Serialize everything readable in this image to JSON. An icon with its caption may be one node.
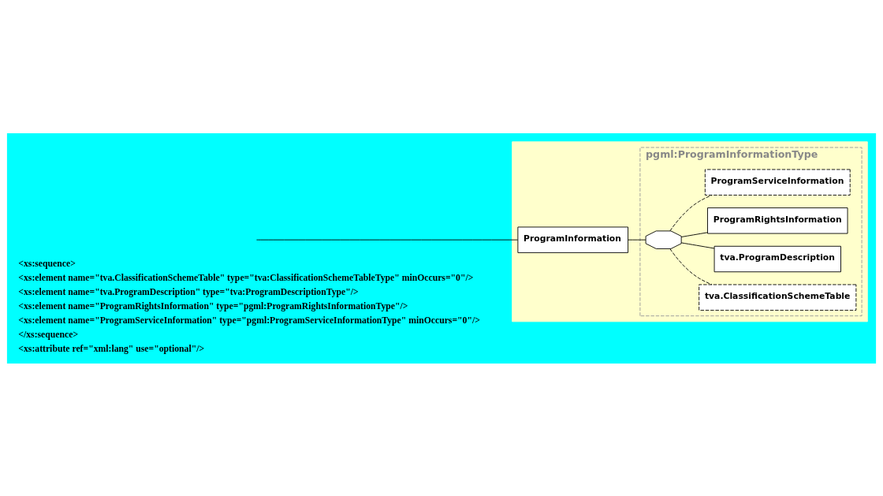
{
  "diagram": {
    "nodes": [
      {
        "text": [],
        "shape": "box"
      },
      {
        "text": [
          "ProgramInformation"
        ],
        "in": 0
      },
      {
        "text": [
          "pgml:ProgramInformationType"
        ],
        "in": 0
      },
      {
        "text": [],
        "shape": "octagon",
        "in": 2
      },
      {
        "text": [
          "tva.ClassificationSchemeTable"
        ],
        "in": 2
      },
      {
        "text": [
          "tva.ProgramDescription"
        ],
        "in": 2
      },
      {
        "text": [
          "ProgramRightsInformation"
        ],
        "in": 2
      },
      {
        "text": [
          "ProgramServiceInformation"
        ],
        "in": 2
      }
    ],
    "edges": [
      {
        "from": null,
        "to": 1,
        "arrow": "none"
      },
      {
        "from": 1,
        "to": 3,
        "arrow": "none"
      },
      {
        "from": 3,
        "to": 4,
        "arrow": "none",
        "style": "dashed"
      },
      {
        "from": 3,
        "to": 5,
        "arrow": "none"
      },
      {
        "from": 3,
        "to": 6,
        "arrow": "none"
      },
      {
        "from": 3,
        "to": 7,
        "arrow": "none",
        "style": "dashed"
      }
    ],
    "labels": [
      "<xs:sequence>",
      "<xs:element name=\"tva.ClassificationSchemeTable\" type=\"tva:ClassificationSchemeTableType\" minOccurs=\"0\"/>",
      "<xs:element name=\"tva.ProgramDescription\" type=\"tva:ProgramDescriptionType\"/>",
      "<xs:element name=\"ProgramRightsInformation\" type=\"pgml:ProgramRightsInformationType\"/>",
      "<xs:element name=\"ProgramServiceInformation\" type=\"pgml:ProgramServiceInformationType\" minOccurs=\"0\"/>",
      "</xs:sequence>",
      "<xs:attribute ref=\"xml:lang\" use=\"optional\"/>"
    ]
  }
}
